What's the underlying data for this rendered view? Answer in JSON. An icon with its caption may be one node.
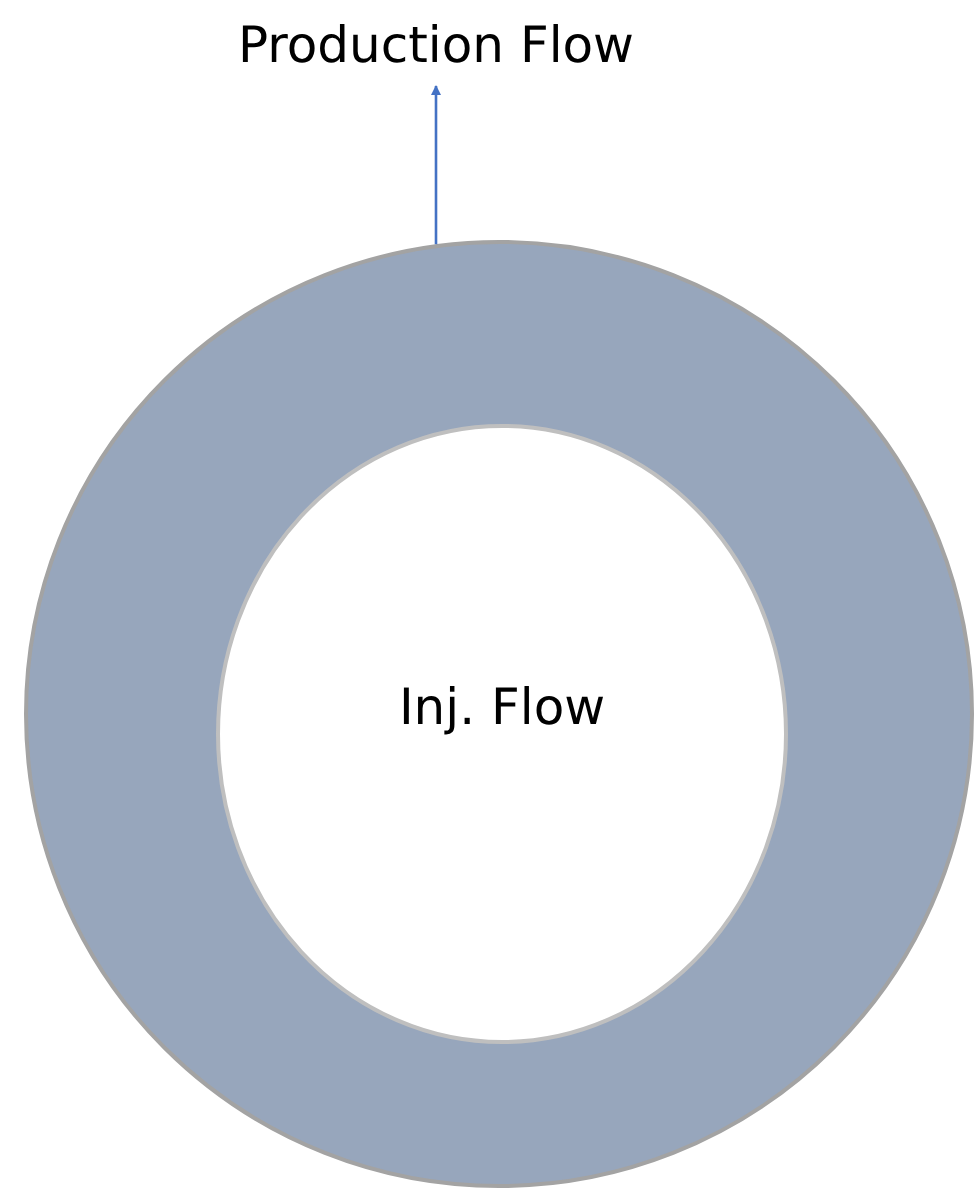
{
  "diagram": {
    "nodes": [
      {
        "text": [
          "Production Flow"
        ]
      },
      {
        "text": [],
        "shape": "circle"
      },
      {
        "text": [
          "Inj. Flow"
        ],
        "in": 1
      }
    ],
    "edges": [
      {
        "from": 1,
        "to": 0,
        "arrow": "to",
        "color": "#4472c4"
      }
    ]
  }
}
